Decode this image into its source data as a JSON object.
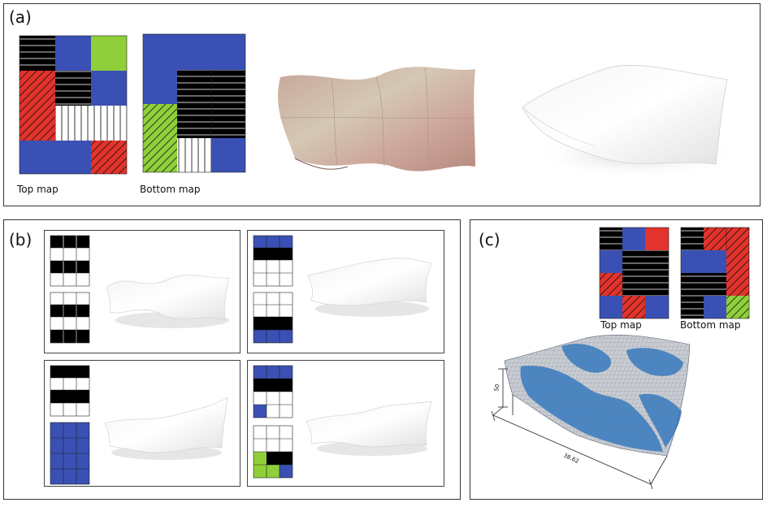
{
  "panel_a": {
    "label": "(a)",
    "top_map_caption": "Top map",
    "bottom_map_caption": "Bottom map"
  },
  "panel_b": {
    "label": "(b)"
  },
  "panel_c": {
    "label": "(c)",
    "top_map_caption": "Top map",
    "bottom_map_caption": "Bottom map",
    "dim_height": "50",
    "dim_width": "38.62"
  },
  "colors": {
    "blue": "#3a50b4",
    "red": "#e3332c",
    "green": "#8fd03a",
    "black": "#000000",
    "mesh_blue": "#4a86c4",
    "mesh_grey": "#c9ccd2"
  }
}
